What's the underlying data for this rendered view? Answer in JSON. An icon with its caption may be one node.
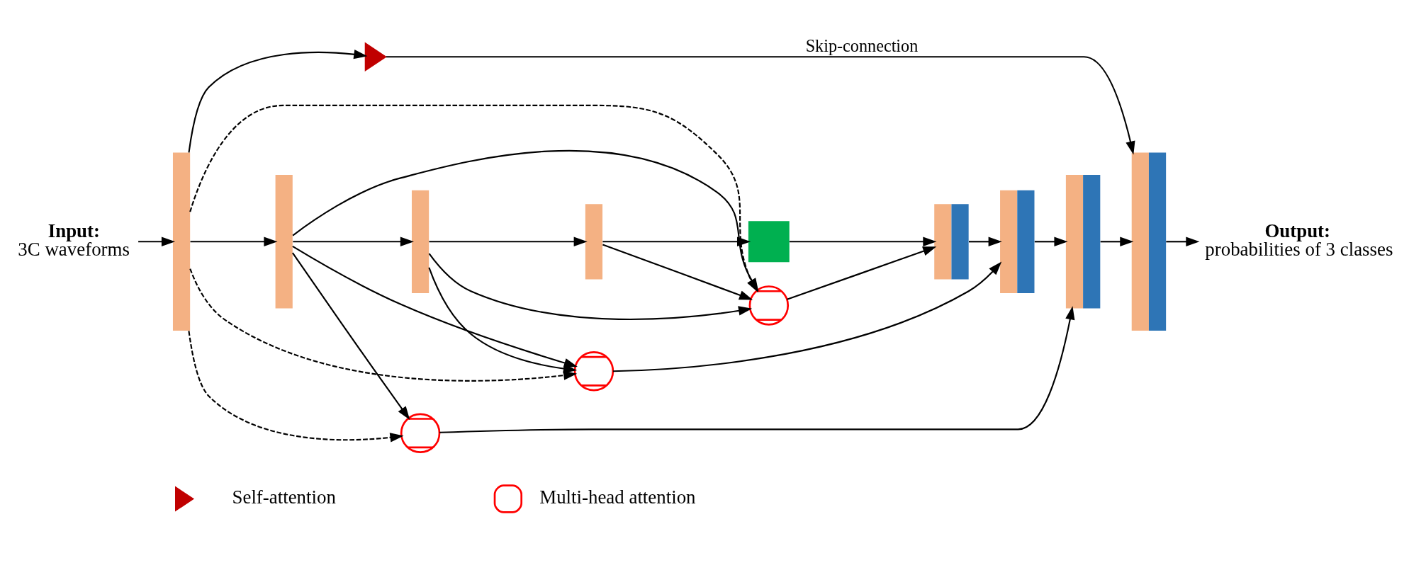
{
  "diagram": {
    "nodes": [
      {
        "text": [
          "Input:",
          "3C waveforms"
        ]
      },
      {
        "text": [],
        "shape": "bar"
      },
      {
        "text": [],
        "shape": "bar"
      },
      {
        "text": [],
        "shape": "bar"
      },
      {
        "text": [],
        "shape": "bar"
      },
      {
        "text": [],
        "shape": "box"
      },
      {
        "text": [],
        "shape": "bar"
      },
      {
        "text": [],
        "shape": "bar"
      },
      {
        "text": [],
        "shape": "bar"
      },
      {
        "text": [],
        "shape": "bar"
      },
      {
        "text": [],
        "shape": "triangle"
      },
      {
        "text": [],
        "shape": "circle"
      },
      {
        "text": [],
        "shape": "circle"
      },
      {
        "text": [],
        "shape": "circle"
      },
      {
        "text": [
          "Output:",
          "probabilities of 3 classes"
        ]
      }
    ],
    "edges": [
      {
        "from": 0,
        "to": 1,
        "arrow": "to"
      },
      {
        "from": 1,
        "to": 2,
        "arrow": "to"
      },
      {
        "from": 2,
        "to": 3,
        "arrow": "to"
      },
      {
        "from": 3,
        "to": 4,
        "arrow": "to"
      },
      {
        "from": 4,
        "to": 5,
        "arrow": "to"
      },
      {
        "from": 5,
        "to": 6,
        "arrow": "to"
      },
      {
        "from": 6,
        "to": 7,
        "arrow": "to"
      },
      {
        "from": 7,
        "to": 8,
        "arrow": "to"
      },
      {
        "from": 8,
        "to": 9,
        "arrow": "to"
      },
      {
        "from": 9,
        "to": 14,
        "arrow": "to"
      },
      {
        "from": 1,
        "to": 10,
        "arrow": "to"
      },
      {
        "from": 10,
        "to": 9,
        "arrow": "to",
        "label": "Skip-connection"
      },
      {
        "from": 1,
        "to": 11,
        "arrow": "to",
        "style": "dashed"
      },
      {
        "from": 1,
        "to": 12,
        "arrow": "to",
        "style": "dashed"
      },
      {
        "from": 1,
        "to": 13,
        "arrow": "to",
        "style": "dashed"
      },
      {
        "from": 2,
        "to": 11,
        "arrow": "to"
      },
      {
        "from": 2,
        "to": 12,
        "arrow": "to"
      },
      {
        "from": 2,
        "to": 13,
        "arrow": "to"
      },
      {
        "from": 3,
        "to": 12,
        "arrow": "to"
      },
      {
        "from": 3,
        "to": 13,
        "arrow": "to"
      },
      {
        "from": 4,
        "to": 13,
        "arrow": "to"
      },
      {
        "from": 11,
        "to": 8,
        "arrow": "to"
      },
      {
        "from": 12,
        "to": 7,
        "arrow": "to"
      },
      {
        "from": 13,
        "to": 6,
        "arrow": "to"
      }
    ],
    "legend": [
      {
        "text": "Self-attention"
      },
      {
        "text": "Multi-head attention"
      }
    ]
  }
}
